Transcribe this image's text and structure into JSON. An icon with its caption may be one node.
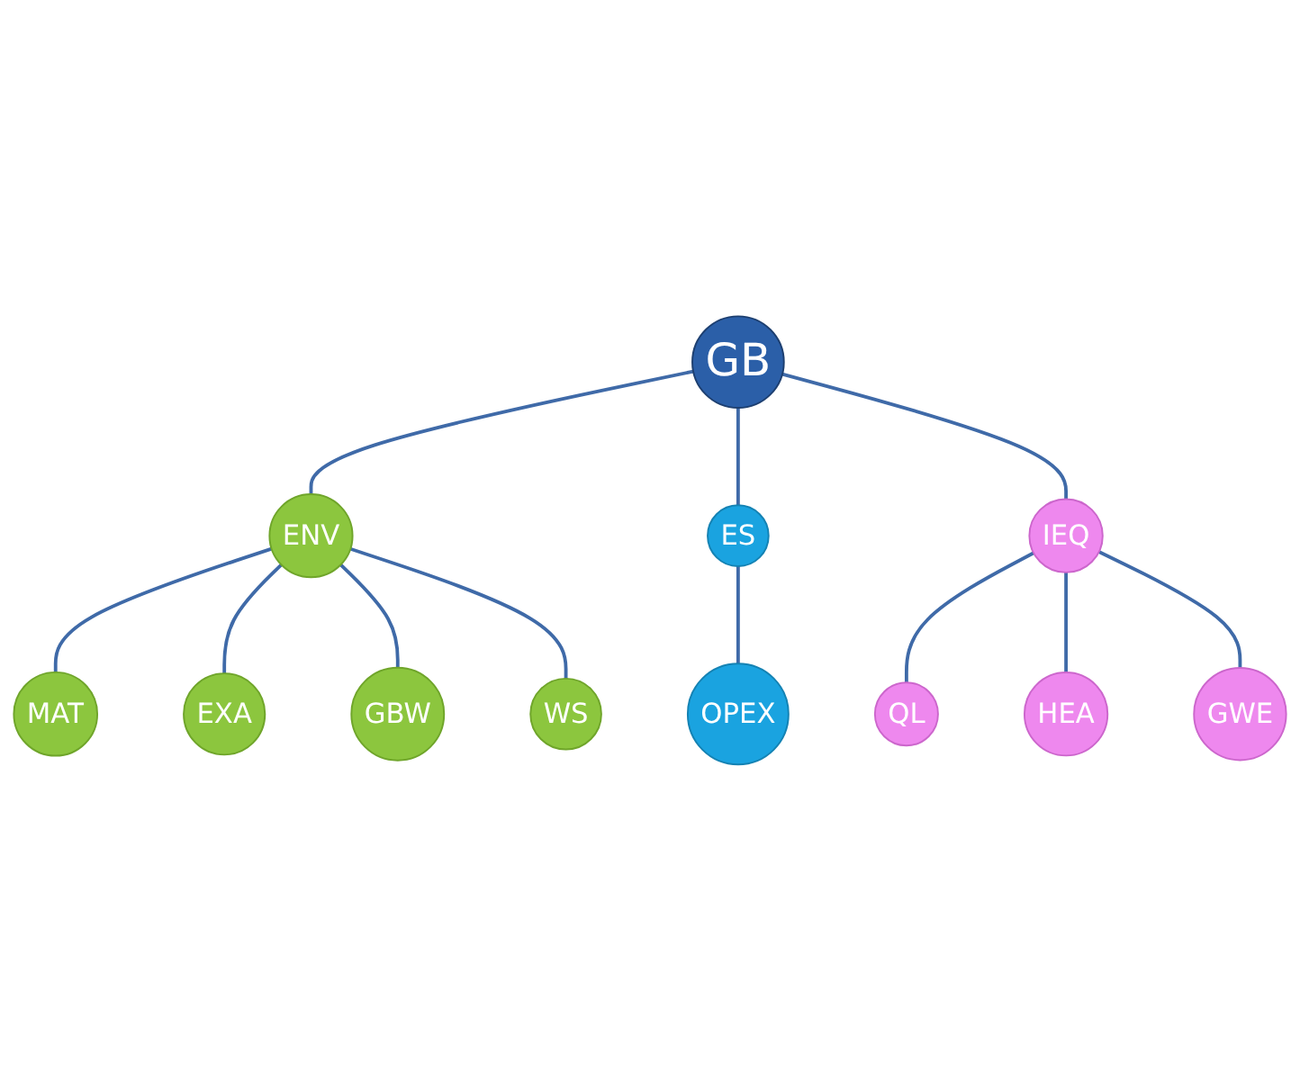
{
  "diagram": {
    "nodes": [
      {
        "text": [
          "GB"
        ]
      },
      {
        "text": [
          "ENV"
        ]
      },
      {
        "text": [
          "MAT"
        ]
      },
      {
        "text": [
          "EXA"
        ]
      },
      {
        "text": [
          "GBW"
        ]
      },
      {
        "text": [
          "WS"
        ]
      },
      {
        "text": [
          "ES"
        ]
      },
      {
        "text": [
          "OPEX"
        ]
      },
      {
        "text": [
          "IEQ"
        ]
      },
      {
        "text": [
          "QL"
        ]
      },
      {
        "text": [
          "HEA"
        ]
      },
      {
        "text": [
          "GWE"
        ]
      }
    ],
    "edges": [
      {
        "from": 0,
        "to": 1,
        "arrow": "none"
      },
      {
        "from": 1,
        "to": 2,
        "arrow": "none"
      },
      {
        "from": 1,
        "to": 3,
        "arrow": "none"
      },
      {
        "from": 1,
        "to": 4,
        "arrow": "none"
      },
      {
        "from": 1,
        "to": 5,
        "arrow": "none"
      },
      {
        "from": 0,
        "to": 6,
        "arrow": "none"
      },
      {
        "from": 6,
        "to": 7,
        "arrow": "none"
      },
      {
        "from": 0,
        "to": 8,
        "arrow": "none"
      },
      {
        "from": 8,
        "to": 9,
        "arrow": "none"
      },
      {
        "from": 8,
        "to": 10,
        "arrow": "none"
      },
      {
        "from": 8,
        "to": 11,
        "arrow": "none"
      }
    ]
  }
}
